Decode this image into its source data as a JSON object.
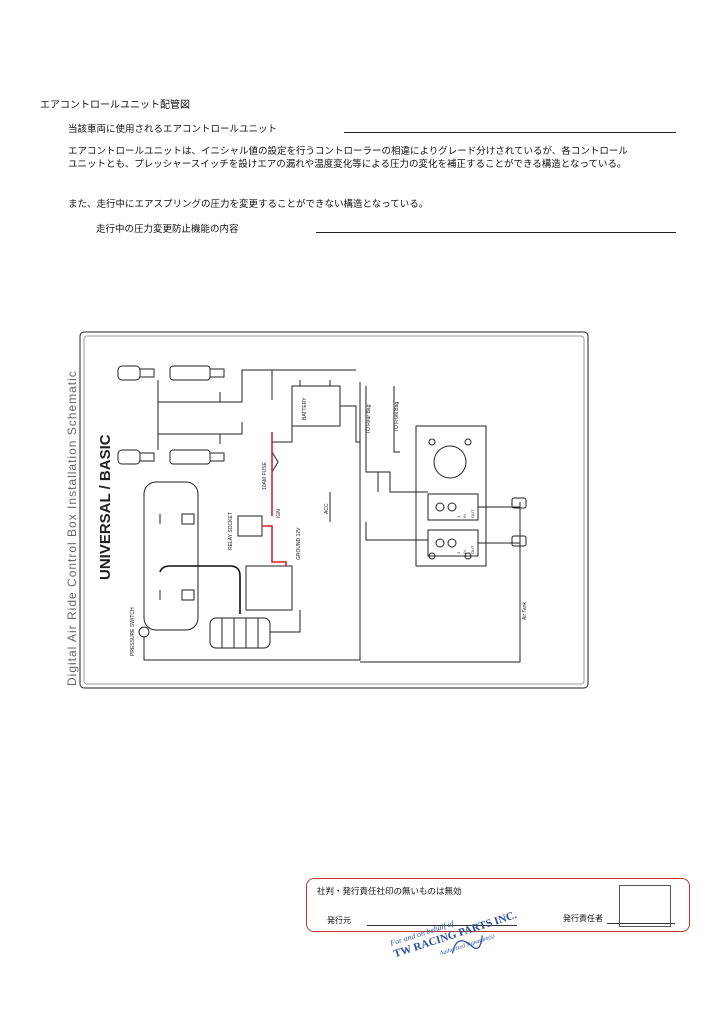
{
  "document": {
    "title": "エアコントロールユニット配管図",
    "subtitle1": "当該車両に使用されるエアコントロールユニット",
    "paragraph1": "エアコントロールユニットは、イニシャル値の設定を行うコントローラーの相違によりグレード分けされているが、各コントロールユニットとも、プレッシャースイッチを設けエアの漏れや温度変化等による圧力の変化を補正することができる構造となっている。",
    "paragraph2": "また、走行中にエアスプリングの圧力を変更することができない構造となっている。",
    "subtitle2": "走行中の圧力変更防止機能の内容"
  },
  "schematic": {
    "side_title": "Digital  Air Ride Control  Box  Installation  Schematic",
    "main_label": "UNIVERSAL / BASIC",
    "labels": {
      "battery": "BATTERY",
      "fuse": "10AM FUSE",
      "relay": "RELAY SOCKET",
      "pressure_switch": "PRESSURE SWITCH",
      "ground": "GROUND 12V",
      "ign": "IGN",
      "acc": "ACC",
      "rear_bag": "TO Rear Bag",
      "front_bag": "TO Front Bag",
      "air_tank": "Air Tank",
      "in1": "IN",
      "out1": "OUT",
      "num1": "1",
      "in2": "IN",
      "out2": "OUT",
      "num2": "2"
    }
  },
  "stamp_area": {
    "note": "社判・発行責任社印の無いものは無効",
    "issuer_label": "発行元",
    "responsible_label": "発行責任者"
  },
  "rubber_stamp": {
    "line1": "For and on behalf of",
    "line2": "TW RACING PARTS INC.",
    "line3": "Authorized Signature(s)"
  },
  "colors": {
    "stamp_border": "#c0392b",
    "stamp_ink": "#2b4fa8",
    "wire_red": "#d22"
  }
}
